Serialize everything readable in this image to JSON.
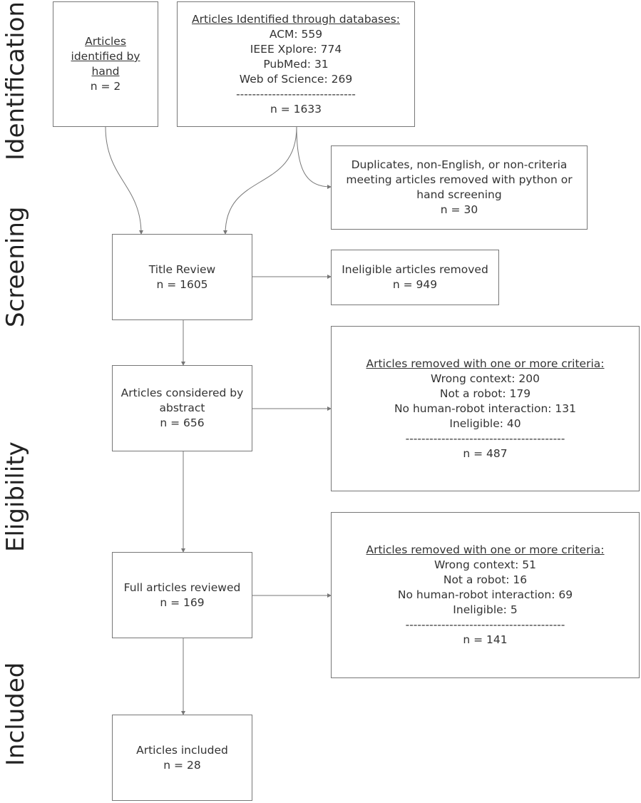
{
  "stages": [
    "Identification",
    "Screening",
    "Eligibility",
    "Included"
  ],
  "hand_box": {
    "title_lines": [
      "Articles",
      "identified by",
      "hand"
    ],
    "count": "n  = 2"
  },
  "db_box": {
    "title": "Articles Identified through databases:",
    "items": [
      "ACM: 559",
      "IEEE Xplore: 774",
      "PubMed: 31",
      "Web of Science: 269"
    ],
    "divider": "------------------------------",
    "count": "n = 1633"
  },
  "duplicates_box": {
    "lines": [
      "Duplicates, non-English, or non-criteria",
      "meeting articles removed  with python or",
      "hand screening"
    ],
    "count": "n = 30"
  },
  "title_review_box": {
    "label": "Title Review",
    "count": "n = 1605"
  },
  "ineligible_box": {
    "label": "Ineligible articles removed",
    "count": "n = 949"
  },
  "abstract_box": {
    "lines": [
      "Articles considered by",
      "abstract"
    ],
    "count": "n = 656"
  },
  "abstract_removed_box": {
    "title": "Articles removed with one or more criteria:",
    "items": [
      "Wrong context: 200",
      "Not a robot: 179",
      "No human-robot interaction: 131",
      "Ineligible: 40"
    ],
    "divider": "----------------------------------------",
    "count": "n  = 487"
  },
  "fulltext_box": {
    "label": "Full articles reviewed",
    "count": "n = 169"
  },
  "fulltext_removed_box": {
    "title": "Articles removed with one or more criteria:",
    "items": [
      "Wrong context: 51",
      "Not a robot: 16",
      "No human-robot interaction: 69",
      "Ineligible: 5"
    ],
    "divider": "----------------------------------------",
    "count": "n  = 141"
  },
  "included_box": {
    "label": "Articles included",
    "count": "n = 28"
  },
  "colors": {
    "line": "#777777",
    "text": "#333333"
  }
}
